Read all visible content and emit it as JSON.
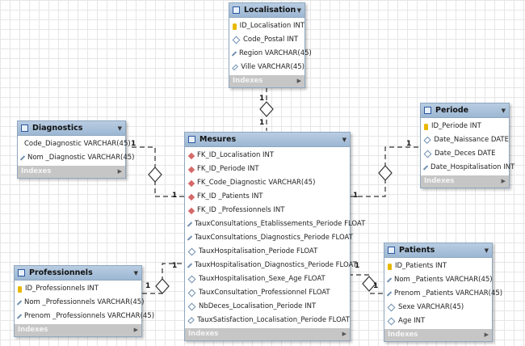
{
  "indexes_label": "Indexes",
  "cardinality": "1",
  "tables": {
    "localisation": {
      "title": "Localisation",
      "columns": [
        {
          "name": "ID_Localisation INT",
          "kind": "pk"
        },
        {
          "name": "Code_Postal INT",
          "kind": "col"
        },
        {
          "name": "Region VARCHAR(45)",
          "kind": "col"
        },
        {
          "name": "Ville VARCHAR(45)",
          "kind": "col"
        }
      ]
    },
    "diagnostics": {
      "title": "Diagnostics",
      "columns": [
        {
          "name": "Code_Diagnostic VARCHAR(45)",
          "kind": "pk"
        },
        {
          "name": "Nom _Diagnostic VARCHAR(45)",
          "kind": "col"
        }
      ]
    },
    "periode": {
      "title": "Periode",
      "columns": [
        {
          "name": "ID_Periode INT",
          "kind": "pk"
        },
        {
          "name": "Date_Naissance DATE",
          "kind": "col"
        },
        {
          "name": "Date_Deces DATE",
          "kind": "col"
        },
        {
          "name": "Date_Hospitalisation INT",
          "kind": "col"
        }
      ]
    },
    "mesures": {
      "title": "Mesures",
      "columns": [
        {
          "name": "FK_ID_Localisation INT",
          "kind": "fk"
        },
        {
          "name": "FK_ID_Periode INT",
          "kind": "fk"
        },
        {
          "name": "FK_Code_Diagnostic VARCHAR(45)",
          "kind": "fk"
        },
        {
          "name": "FK_ID _Patients INT",
          "kind": "fk"
        },
        {
          "name": "FK_ID _Professionnels INT",
          "kind": "fk"
        },
        {
          "name": "TauxConsultations_Etablissements_Periode FLOAT",
          "kind": "col"
        },
        {
          "name": "TauxConsultations_Diagnostics_Periode FLOAT",
          "kind": "col"
        },
        {
          "name": "TauxHospitalisation_Periode FLOAT",
          "kind": "col"
        },
        {
          "name": "TauxHospitalisation_Diagnostics_Periode FLOAT",
          "kind": "col"
        },
        {
          "name": "TauxHospitalisation_Sexe_Age FLOAT",
          "kind": "col"
        },
        {
          "name": "TauxConsultation_Professionnel FLOAT",
          "kind": "col"
        },
        {
          "name": "NbDeces_Localisation_Periode INT",
          "kind": "col"
        },
        {
          "name": "TauxSatisfaction_Localisation_Periode FLOAT",
          "kind": "col"
        }
      ]
    },
    "professionnels": {
      "title": "Professionnels",
      "columns": [
        {
          "name": "ID_Professionnels INT",
          "kind": "pk"
        },
        {
          "name": "Nom _Professionnels VARCHAR(45)",
          "kind": "col"
        },
        {
          "name": "Prenom _Professionnels VARCHAR(45)",
          "kind": "col"
        }
      ]
    },
    "patients": {
      "title": "Patients",
      "columns": [
        {
          "name": "ID_Patients INT",
          "kind": "pk"
        },
        {
          "name": "Nom _Patients VARCHAR(45)",
          "kind": "col"
        },
        {
          "name": "Prenom _Patients VARCHAR(45)",
          "kind": "col"
        },
        {
          "name": "Sexe VARCHAR(45)",
          "kind": "col"
        },
        {
          "name": "Age INT",
          "kind": "col"
        }
      ]
    }
  },
  "relationships": [
    {
      "from": "Localisation",
      "to": "Mesures"
    },
    {
      "from": "Diagnostics",
      "to": "Mesures"
    },
    {
      "from": "Periode",
      "to": "Mesures"
    },
    {
      "from": "Professionnels",
      "to": "Mesures"
    },
    {
      "from": "Patients",
      "to": "Mesures"
    }
  ]
}
